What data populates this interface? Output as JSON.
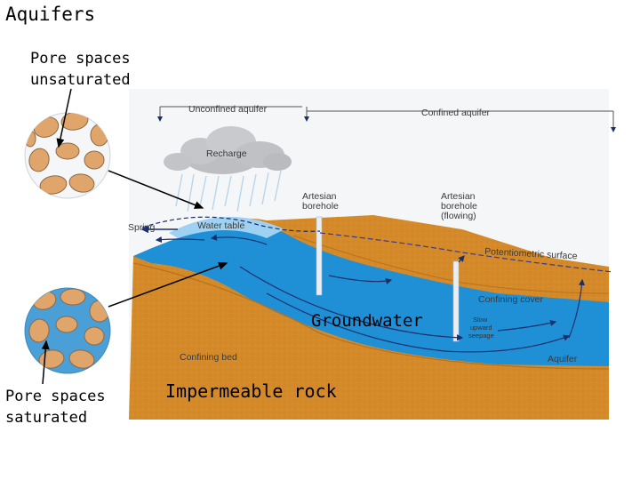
{
  "slide": {
    "title": "Aquifers",
    "pore_unsaturated": [
      "Pore spaces",
      "unsaturated"
    ],
    "pore_saturated": [
      "Pore spaces",
      "saturated"
    ],
    "groundwater": "Groundwater",
    "impermeable_rock": "Impermeable rock"
  },
  "diagram": {
    "unconfined_aquifer": "Unconfined aquifer",
    "confined_aquifer": "Confined aquifer",
    "recharge": "Recharge",
    "artesian_borehole": [
      "Artesian",
      "borehole"
    ],
    "artesian_borehole_flowing": [
      "Artesian",
      "borehole",
      "(flowing)"
    ],
    "spring": "Spring",
    "water_table": "Water table",
    "potentiometric_surface": "Potentiometric surface",
    "confining_cover": "Confining cover",
    "slow_upward_seepage": [
      "Slow",
      "upward",
      "seepage"
    ],
    "confining_bed": "Confining bed",
    "aquifer": "Aquifer"
  },
  "colors": {
    "rock": "#d58a2a",
    "rock_dark": "#b8721c",
    "water": "#1f8fd6",
    "water_light": "#cfe3ee",
    "grain": "#e0a56a",
    "arrow": "#000000"
  }
}
